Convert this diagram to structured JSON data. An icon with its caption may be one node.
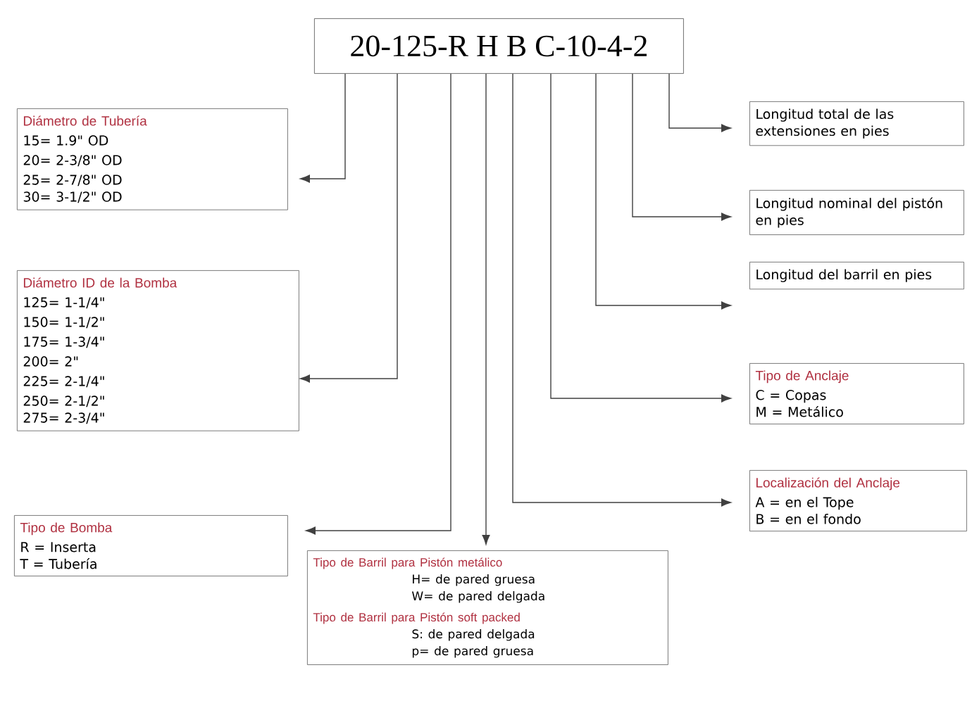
{
  "diagram": {
    "nodes": [
      {
        "text": [
          "20-125-R H B C-10-4-2"
        ]
      },
      {
        "text": [
          "Diámetro de Tubería",
          "15= 1.9\" OD",
          "20= 2-3/8\" OD",
          "25= 2-7/8\" OD",
          "30= 3-1/2\" OD"
        ]
      },
      {
        "text": [
          "Diámetro ID de la Bomba",
          "125= 1-1/4\"",
          "150= 1-1/2\"",
          "175= 1-3/4\"",
          "200= 2\"",
          "225= 2-1/4\"",
          "250= 2-1/2\"",
          "275= 2-3/4\""
        ]
      },
      {
        "text": [
          "Tipo de Bomba",
          "R = Inserta",
          "T = Tubería"
        ]
      },
      {
        "text": [
          "Tipo de Barril para Pistón metálico",
          "H= de pared gruesa",
          "W= de pared delgada",
          "Tipo de Barril para Pistón soft packed",
          "S: de pared delgada",
          "p= de pared gruesa"
        ]
      },
      {
        "text": [
          "Longitud total de las extensiones en pies"
        ]
      },
      {
        "text": [
          "Longitud nominal del pistón en pies"
        ]
      },
      {
        "text": [
          "Longitud del barril en pies"
        ]
      },
      {
        "text": [
          "Tipo de Anclaje",
          "C = Copas",
          "M = Metálico"
        ]
      },
      {
        "text": [
          "Localización del Anclaje",
          "A = en el Tope",
          "B = en el fondo"
        ]
      }
    ],
    "edges": [
      {
        "from": 0,
        "to": 1,
        "arrow": "to"
      },
      {
        "from": 0,
        "to": 2,
        "arrow": "to"
      },
      {
        "from": 0,
        "to": 3,
        "arrow": "to"
      },
      {
        "from": 0,
        "to": 4,
        "arrow": "to"
      },
      {
        "from": 0,
        "to": 9,
        "arrow": "to"
      },
      {
        "from": 0,
        "to": 8,
        "arrow": "to"
      },
      {
        "from": 0,
        "to": 7,
        "arrow": "to"
      },
      {
        "from": 0,
        "to": 6,
        "arrow": "to"
      },
      {
        "from": 0,
        "to": 5,
        "arrow": "to"
      }
    ]
  }
}
